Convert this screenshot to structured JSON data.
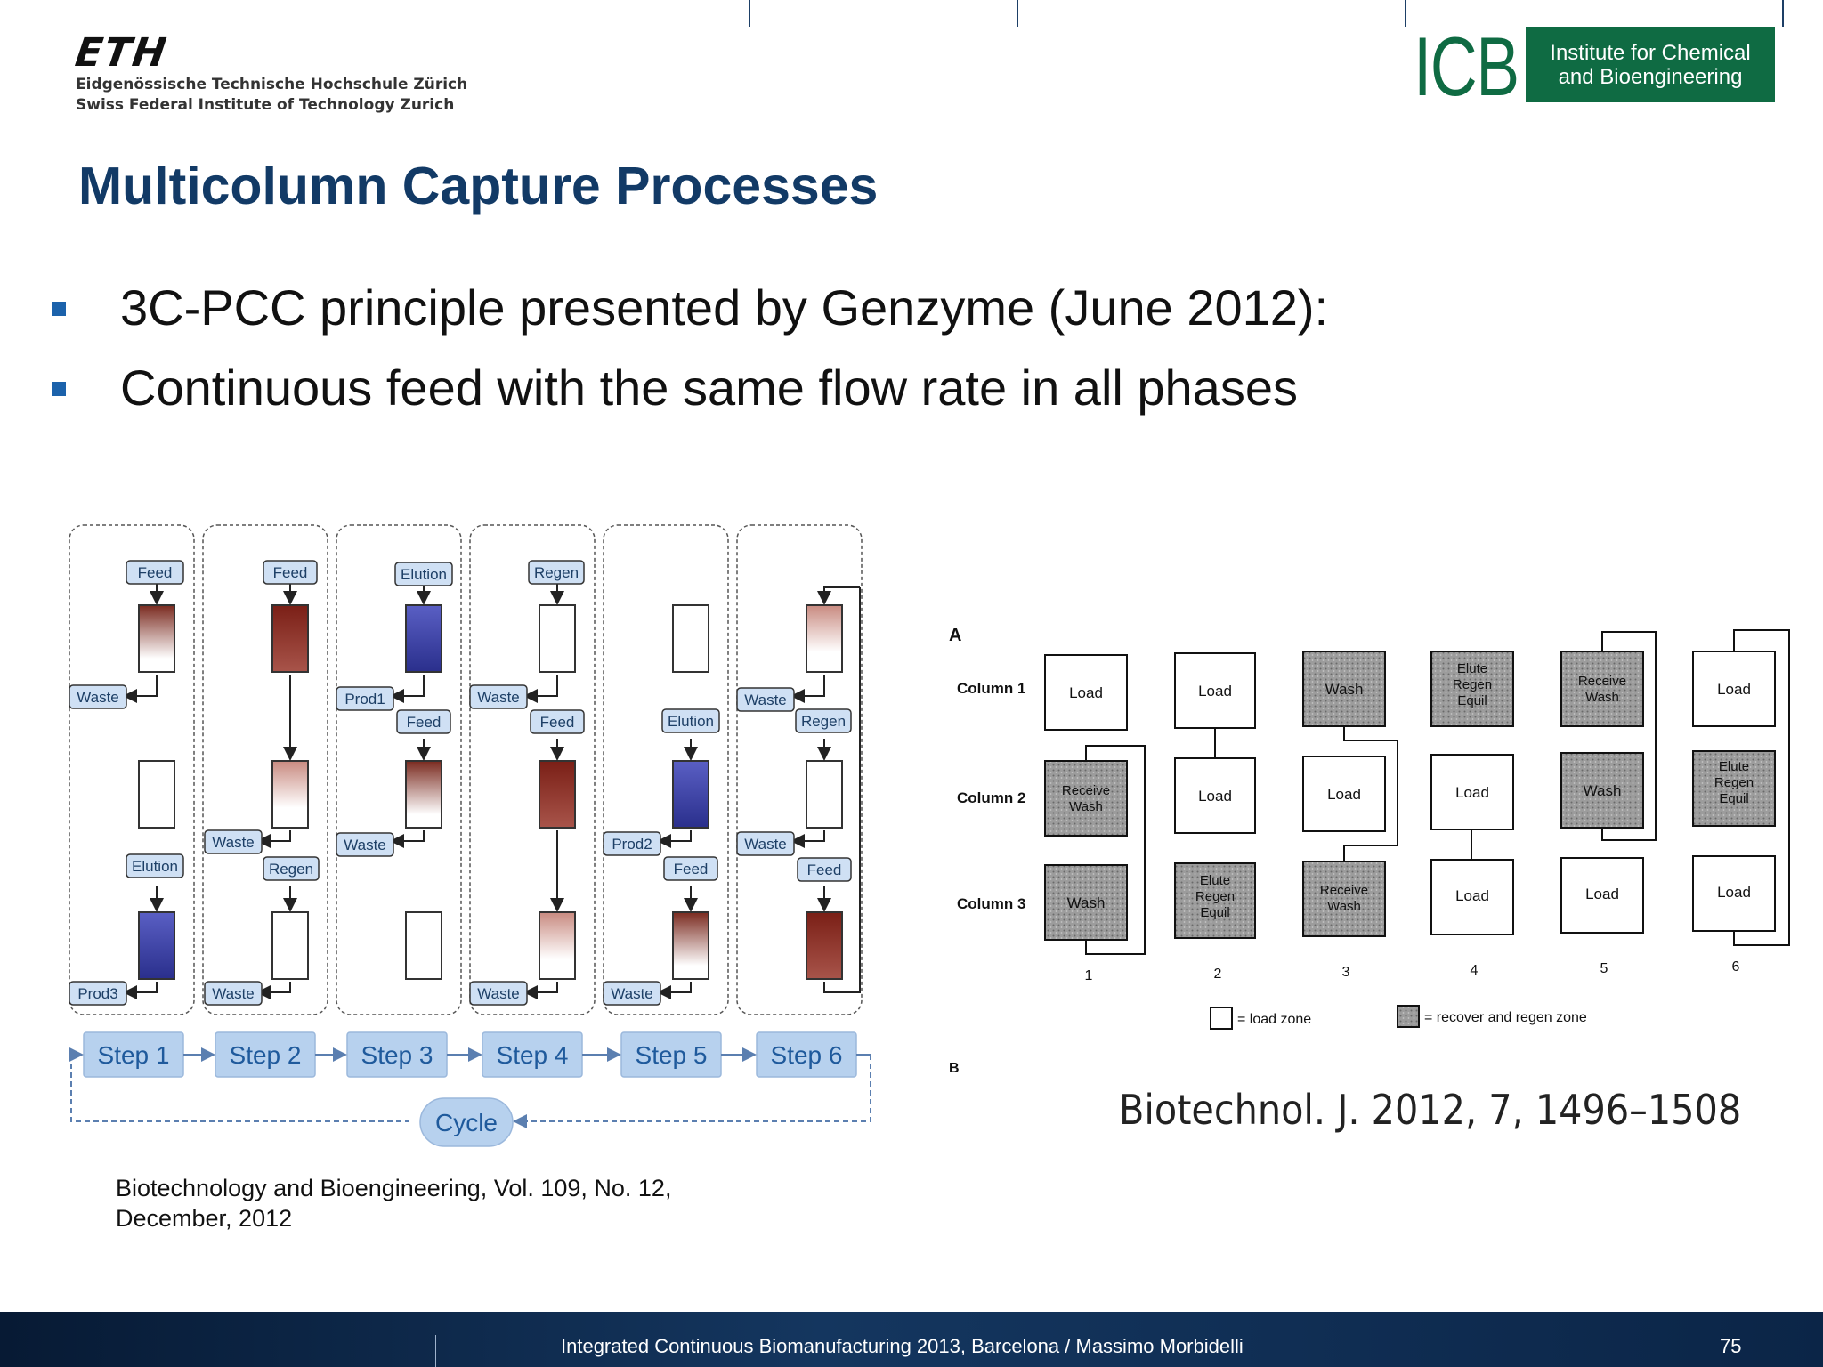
{
  "header": {
    "eth_logo": "ETH",
    "eth_line1": "Eidgenössische Technische Hochschule Zürich",
    "eth_line2": "Swiss Federal Institute of Technology Zurich",
    "icb_letters": "ICB",
    "icb_line1": "Institute for Chemical",
    "icb_line2": "and Bioengineering"
  },
  "title": "Multicolumn Capture Processes",
  "bullets": [
    "3C-PCC principle presented by Genzyme (June 2012):",
    "Continuous feed with the same flow rate in all phases"
  ],
  "left_diagram": {
    "steps": [
      "Step 1",
      "Step 2",
      "Step 3",
      "Step 4",
      "Step 5",
      "Step 6"
    ],
    "cycle": "Cycle",
    "labels": {
      "feed": "Feed",
      "waste": "Waste",
      "elution": "Elution",
      "regen": "Regen",
      "prod1": "Prod1",
      "prod2": "Prod2",
      "prod3": "Prod3"
    }
  },
  "left_citation_line1": "Biotechnology and Bioengineering, Vol. 109, No. 12,",
  "left_citation_line2": "December, 2012",
  "right_diagram": {
    "panel": "A",
    "panel_b": "B",
    "rows": [
      "Column 1",
      "Column 2",
      "Column 3"
    ],
    "steps": [
      "1",
      "2",
      "3",
      "4",
      "5",
      "6"
    ],
    "legend_load": "= load zone",
    "legend_recover": "= recover and regen zone"
  },
  "right_citation": "Biotechnol. J. 2012, 7, 1496–1508",
  "footer": {
    "text": "Integrated Continuous  Biomanufacturing  2013, Barcelona / Massimo Morbidelli",
    "page": "75"
  }
}
